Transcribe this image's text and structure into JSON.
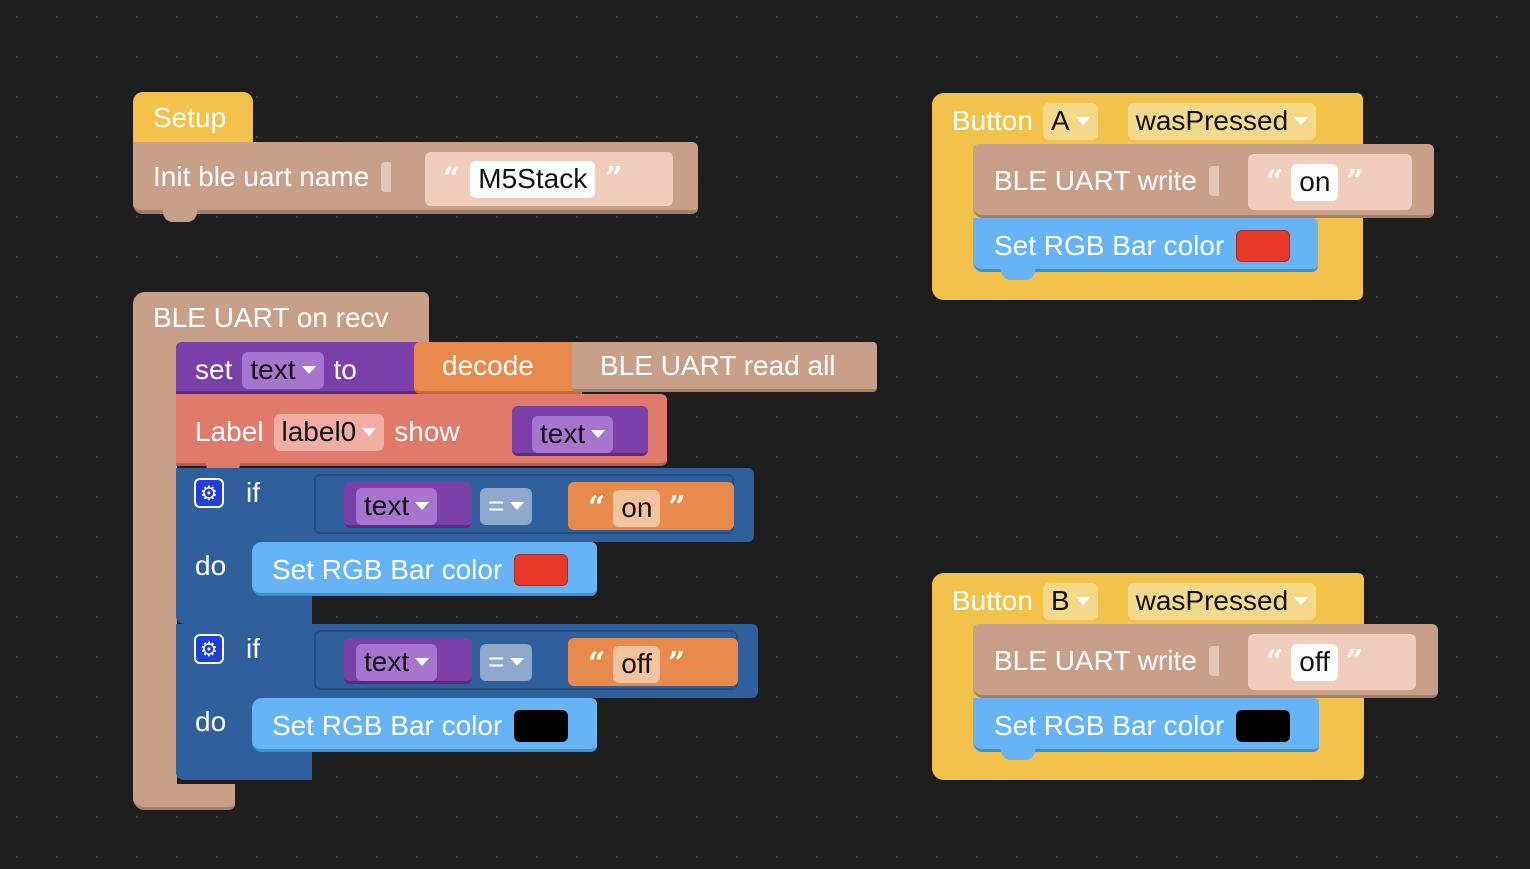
{
  "colors": {
    "events": "#f2c24a",
    "ble": "#c8a08a",
    "rgb": "#66b3f5",
    "variables": "#7a3fa8",
    "text_block": "#e88a4c",
    "label": "#e07a6a",
    "logic": "#2f5f9c",
    "red": "#e73828",
    "black": "#000000"
  },
  "setup": {
    "label": "Setup",
    "init_text": "Init ble uart name",
    "name_value": "M5Stack",
    "open_quote": "“",
    "close_quote": "”"
  },
  "button_a": {
    "label": "Button",
    "button": "A",
    "event": "wasPressed",
    "write_text": "BLE UART write",
    "value": "on",
    "open_quote": "“",
    "close_quote": "”",
    "rgb_text": "Set RGB Bar color",
    "color": "red"
  },
  "button_b": {
    "label": "Button",
    "button": "B",
    "event": "wasPressed",
    "write_text": "BLE UART write",
    "value": "off",
    "open_quote": "“",
    "close_quote": "”",
    "rgb_text": "Set RGB Bar color",
    "color": "black"
  },
  "recv": {
    "label": "BLE UART on recv",
    "set": {
      "set_text": "set",
      "var": "text",
      "to_text": "to",
      "decode_text": "decode",
      "read_text": "BLE UART read all"
    },
    "label_block": {
      "label_text": "Label",
      "label_name": "label0",
      "show_text": "show",
      "var": "text"
    },
    "ifs": [
      {
        "if_text": "if",
        "var": "text",
        "op": "=",
        "value": "on",
        "open_quote": "“",
        "close_quote": "”",
        "do_text": "do",
        "rgb_text": "Set RGB Bar color",
        "color": "red"
      },
      {
        "if_text": "if",
        "var": "text",
        "op": "=",
        "value": "off",
        "open_quote": "“",
        "close_quote": "”",
        "do_text": "do",
        "rgb_text": "Set RGB Bar color",
        "color": "black"
      }
    ]
  }
}
